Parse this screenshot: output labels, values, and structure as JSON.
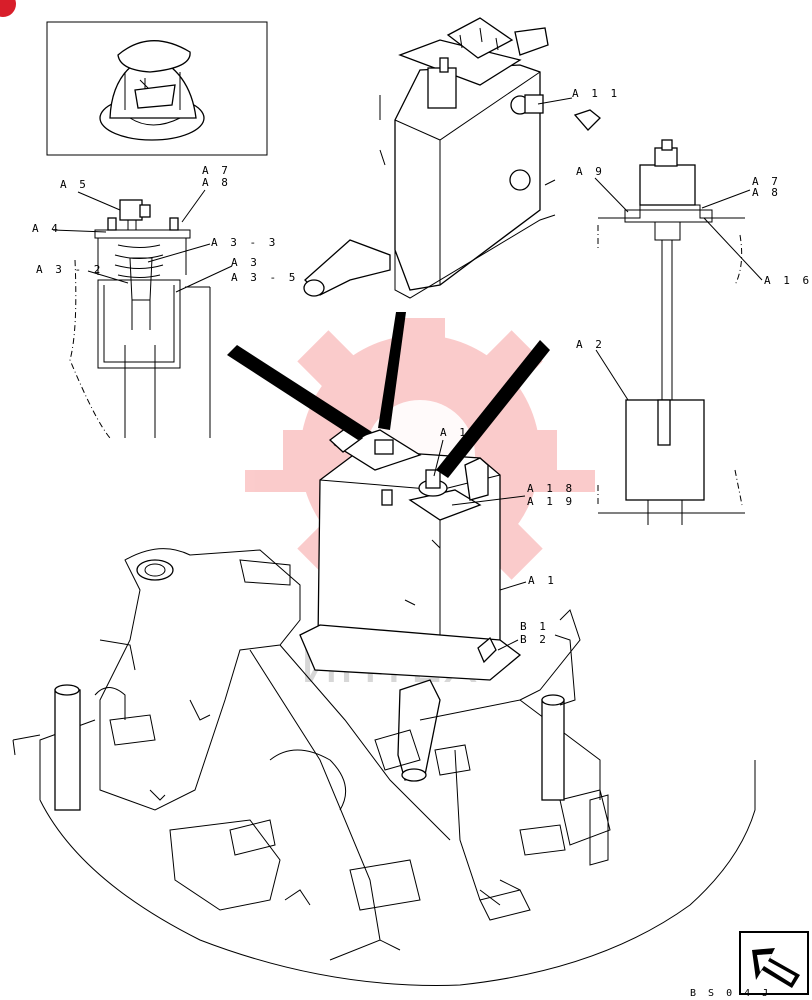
{
  "diagram": {
    "labels": [
      {
        "id": "a5",
        "text": "A 5"
      },
      {
        "id": "a7-left",
        "text": "A 7"
      },
      {
        "id": "a8-left",
        "text": "A 8"
      },
      {
        "id": "a4",
        "text": "A 4"
      },
      {
        "id": "a3-3",
        "text": "A 3 - 3"
      },
      {
        "id": "a3-2",
        "text": "A 3 - 2"
      },
      {
        "id": "a3",
        "text": "A 3"
      },
      {
        "id": "a3-5",
        "text": "A 3 - 5"
      },
      {
        "id": "a11",
        "text": "A 1 1"
      },
      {
        "id": "a9",
        "text": "A 9"
      },
      {
        "id": "a7-right",
        "text": "A 7"
      },
      {
        "id": "a8-right",
        "text": "A 8"
      },
      {
        "id": "a16",
        "text": "A 1 6"
      },
      {
        "id": "a2",
        "text": "A 2"
      },
      {
        "id": "a17",
        "text": "A 1 7"
      },
      {
        "id": "a18",
        "text": "A 1 8"
      },
      {
        "id": "a19",
        "text": "A 1 9"
      },
      {
        "id": "a1",
        "text": "A 1"
      },
      {
        "id": "b1",
        "text": "B 1"
      },
      {
        "id": "b2",
        "text": "B 2"
      }
    ],
    "drawing_code": "B S 0 4 J",
    "watermark_text": "ИНТЕХ",
    "colors": {
      "watermark": "#f04848",
      "marker": "#d81e2a"
    }
  }
}
